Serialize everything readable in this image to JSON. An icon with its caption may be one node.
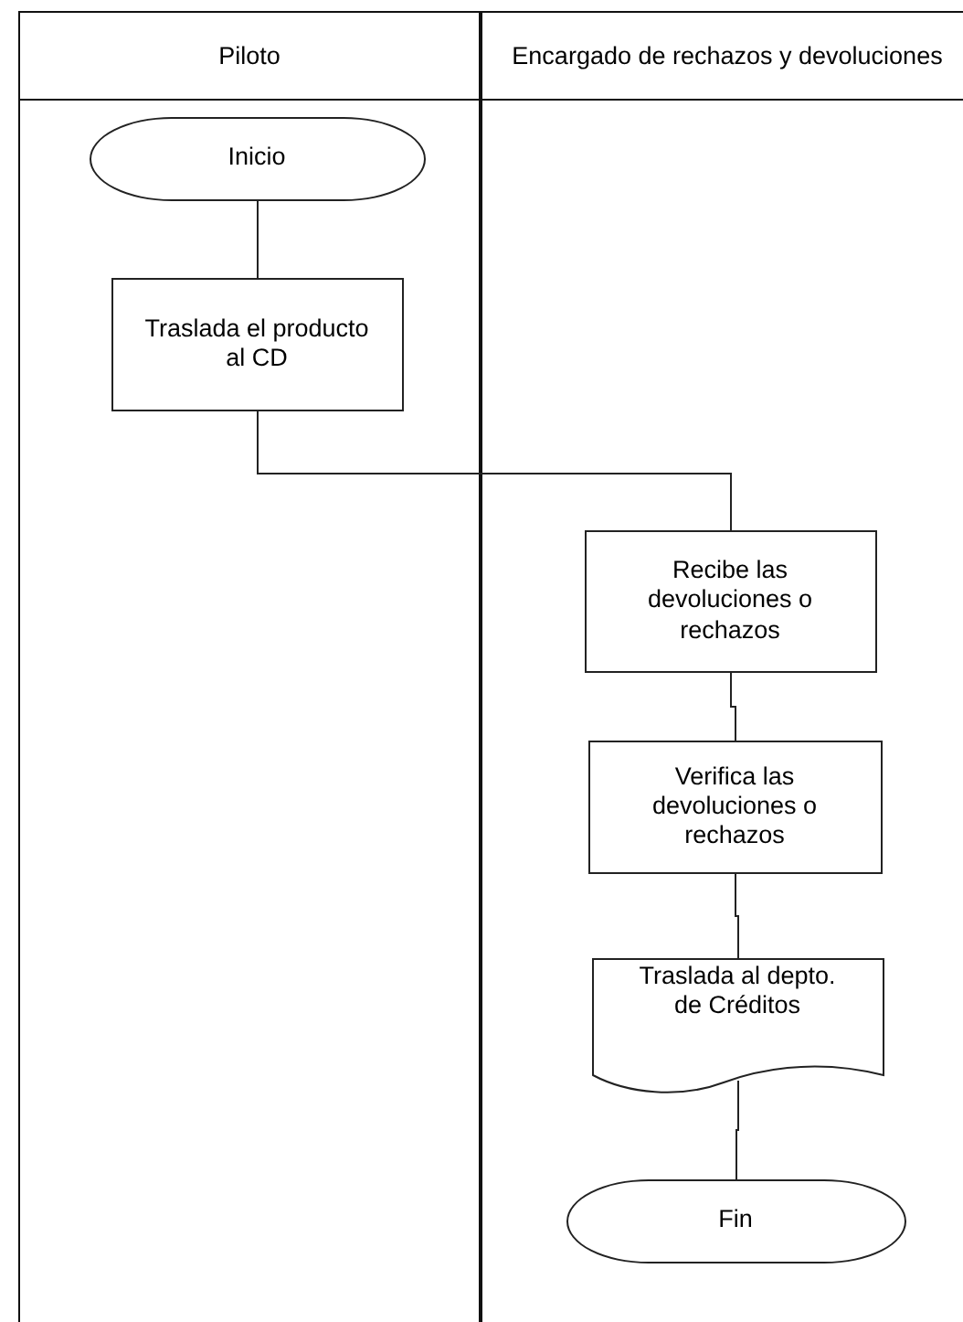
{
  "diagram": {
    "nodes": [
      {
        "text": [
          "Piloto"
        ]
      },
      {
        "text": [
          "Encargado de rechazos y devoluciones"
        ]
      },
      {
        "text": [
          "Inicio"
        ],
        "in": 0
      },
      {
        "text": [
          "Traslada el producto al CD"
        ],
        "in": 0
      },
      {
        "text": [
          "Recibe las devoluciones o rechazos"
        ],
        "in": 1
      },
      {
        "text": [
          "Verifica las devoluciones o rechazos"
        ],
        "in": 1
      },
      {
        "text": [
          "Traslada al depto. de Créditos"
        ],
        "in": 1
      },
      {
        "text": [
          "Fin"
        ],
        "in": 1
      }
    ],
    "edges": [
      {
        "from": 2,
        "to": 3,
        "arrow": "none"
      },
      {
        "from": 3,
        "to": 4,
        "arrow": "none"
      },
      {
        "from": 4,
        "to": 5,
        "arrow": "none"
      },
      {
        "from": 5,
        "to": 6,
        "arrow": "none"
      },
      {
        "from": 6,
        "to": 7,
        "arrow": "none"
      }
    ]
  }
}
